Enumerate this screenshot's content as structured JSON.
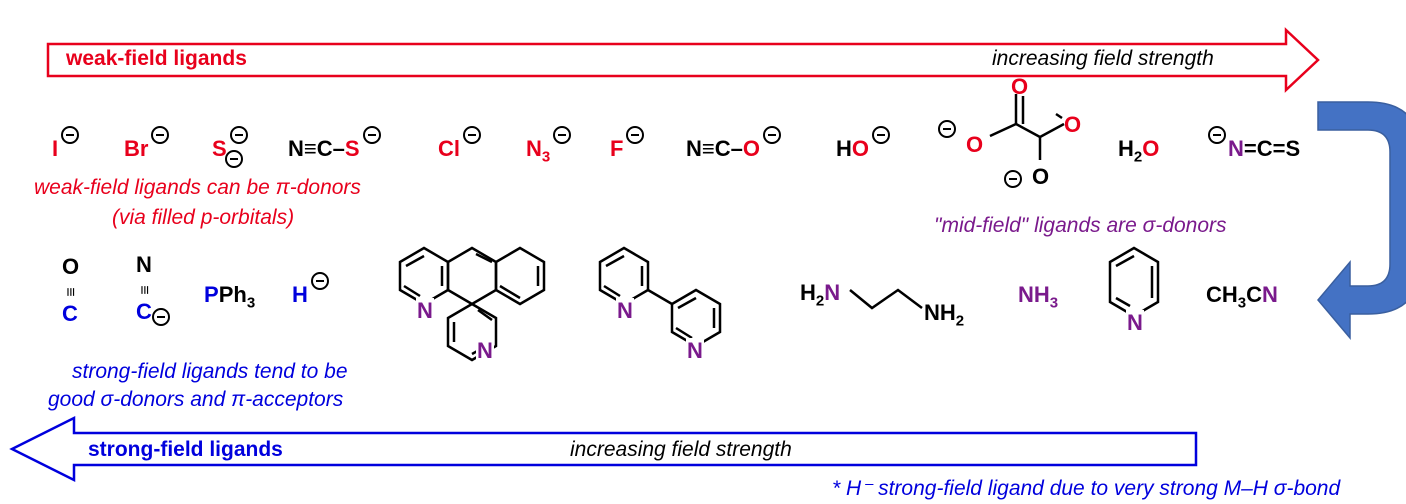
{
  "colors": {
    "weak": "#e8001c",
    "strong": "#0000dd",
    "mid": "#7a1a8c",
    "curve_arrow": "#4472c4",
    "black": "#000000"
  },
  "top_arrow": {
    "label": "weak-field ligands",
    "direction_label": "increasing field strength"
  },
  "bottom_arrow": {
    "label": "strong-field ligands",
    "direction_label": "increasing field strength"
  },
  "notes": {
    "weak_line1": "weak-field ligands can be π-donors",
    "weak_line2": "(via filled p-orbitals)",
    "mid": "\"mid-field\" ligands are σ-donors",
    "strong_line1": "strong-field ligands tend to be",
    "strong_line2": "good σ-donors and π-acceptors",
    "footnote": "* H⁻ strong-field ligand due to very strong M–H σ-bond"
  },
  "weak_ligands": {
    "iodide": "I",
    "bromide": "Br",
    "sulfide": "S",
    "thiocyanate_s": [
      "N",
      "≡",
      "C",
      "–",
      "S"
    ],
    "chloride": "Cl",
    "azide": [
      "N",
      "3"
    ],
    "fluoride": "F",
    "cyanate": [
      "N",
      "≡",
      "C",
      "–",
      "O"
    ],
    "hydroxide": [
      "H",
      "O"
    ],
    "oxalate_o": "O",
    "water": [
      "H",
      "2",
      "O"
    ],
    "thiocyanate_n": [
      "N",
      "=C=S"
    ]
  },
  "strong_ligands": {
    "carbonyl": [
      "O",
      "C"
    ],
    "cyanide": [
      "N",
      "C"
    ],
    "triphenylphosphine": [
      "P",
      "Ph",
      "3"
    ],
    "hydride": "H",
    "phen_n": "N",
    "bipy_n": "N",
    "en": [
      "H",
      "2",
      "N",
      "NH",
      "2"
    ],
    "ammonia": [
      "NH",
      "3"
    ],
    "pyridine_n": "N",
    "acetonitrile": [
      "CH",
      "3",
      "C",
      "N"
    ]
  }
}
